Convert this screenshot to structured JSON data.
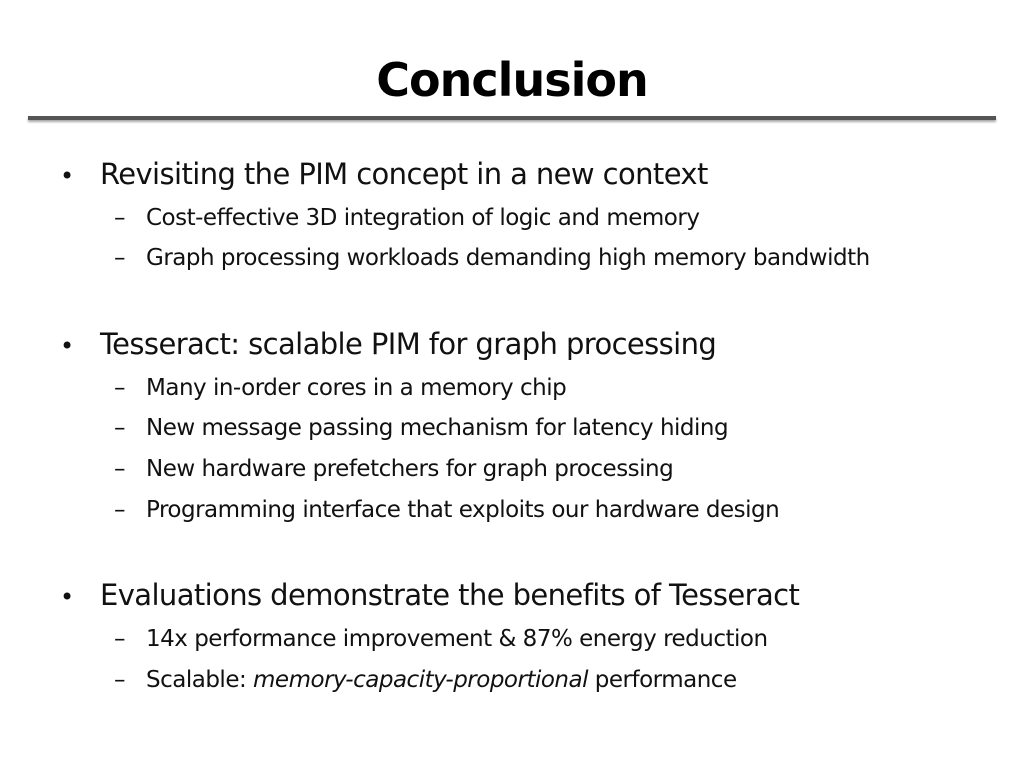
{
  "slide": {
    "title": "Conclusion",
    "sections": [
      {
        "bullet": "Revisiting the PIM concept in a new context",
        "items": [
          "Cost-effective 3D integration of logic and memory",
          "Graph processing workloads demanding high memory bandwidth"
        ]
      },
      {
        "bullet": "Tesseract: scalable PIM for graph processing",
        "items": [
          "Many in-order cores in a memory chip",
          "New message passing mechanism for latency hiding",
          "New hardware prefetchers for graph processing",
          "Programming interface that exploits our hardware design"
        ]
      },
      {
        "bullet": "Evaluations demonstrate the benefits of Tesseract",
        "items": [
          "14x performance improvement & 87% energy reduction"
        ],
        "last_item": {
          "prefix": "Scalable: ",
          "emphasis": "memory-capacity-proportional",
          "suffix": " performance"
        }
      }
    ],
    "bullet_glyph": "•",
    "dash_glyph": "–"
  }
}
